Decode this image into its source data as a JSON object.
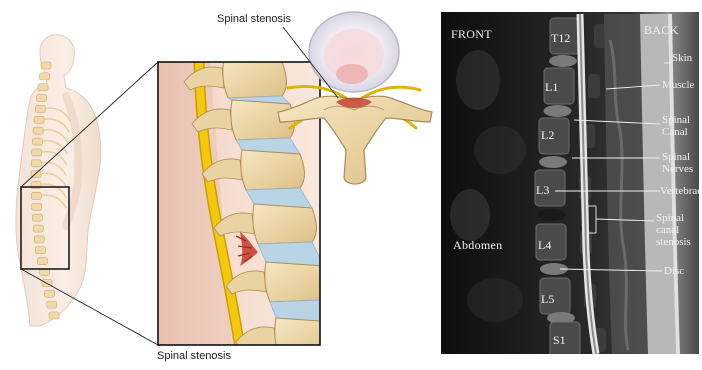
{
  "illustration": {
    "top_label": "Spinal stenosis",
    "bottom_label": "Spinal stenosis"
  },
  "mri": {
    "front_label": "FRONT",
    "back_label": "BACK",
    "abdomen_label": "Abdomen",
    "vertebra_labels": [
      "T12",
      "L1",
      "L2",
      "L3",
      "L4",
      "L5",
      "S1"
    ],
    "annotations": {
      "skin": "Skin",
      "muscle": "Muscle",
      "spinal_canal": "Spinal Canal",
      "spinal_nerves": "Spinal Nerves",
      "vertebrae": "Vertebrae",
      "spinal_canal_stenosis": "Spinal canal stenosis",
      "disc": "Disc"
    }
  },
  "colors": {
    "bone": "#efd9a8",
    "disc": "#b9d4e4",
    "nerve": "#f2c200",
    "tissue": "#f3d6c8",
    "inflammation": "#c63a2a",
    "mri_background": "#111111"
  }
}
